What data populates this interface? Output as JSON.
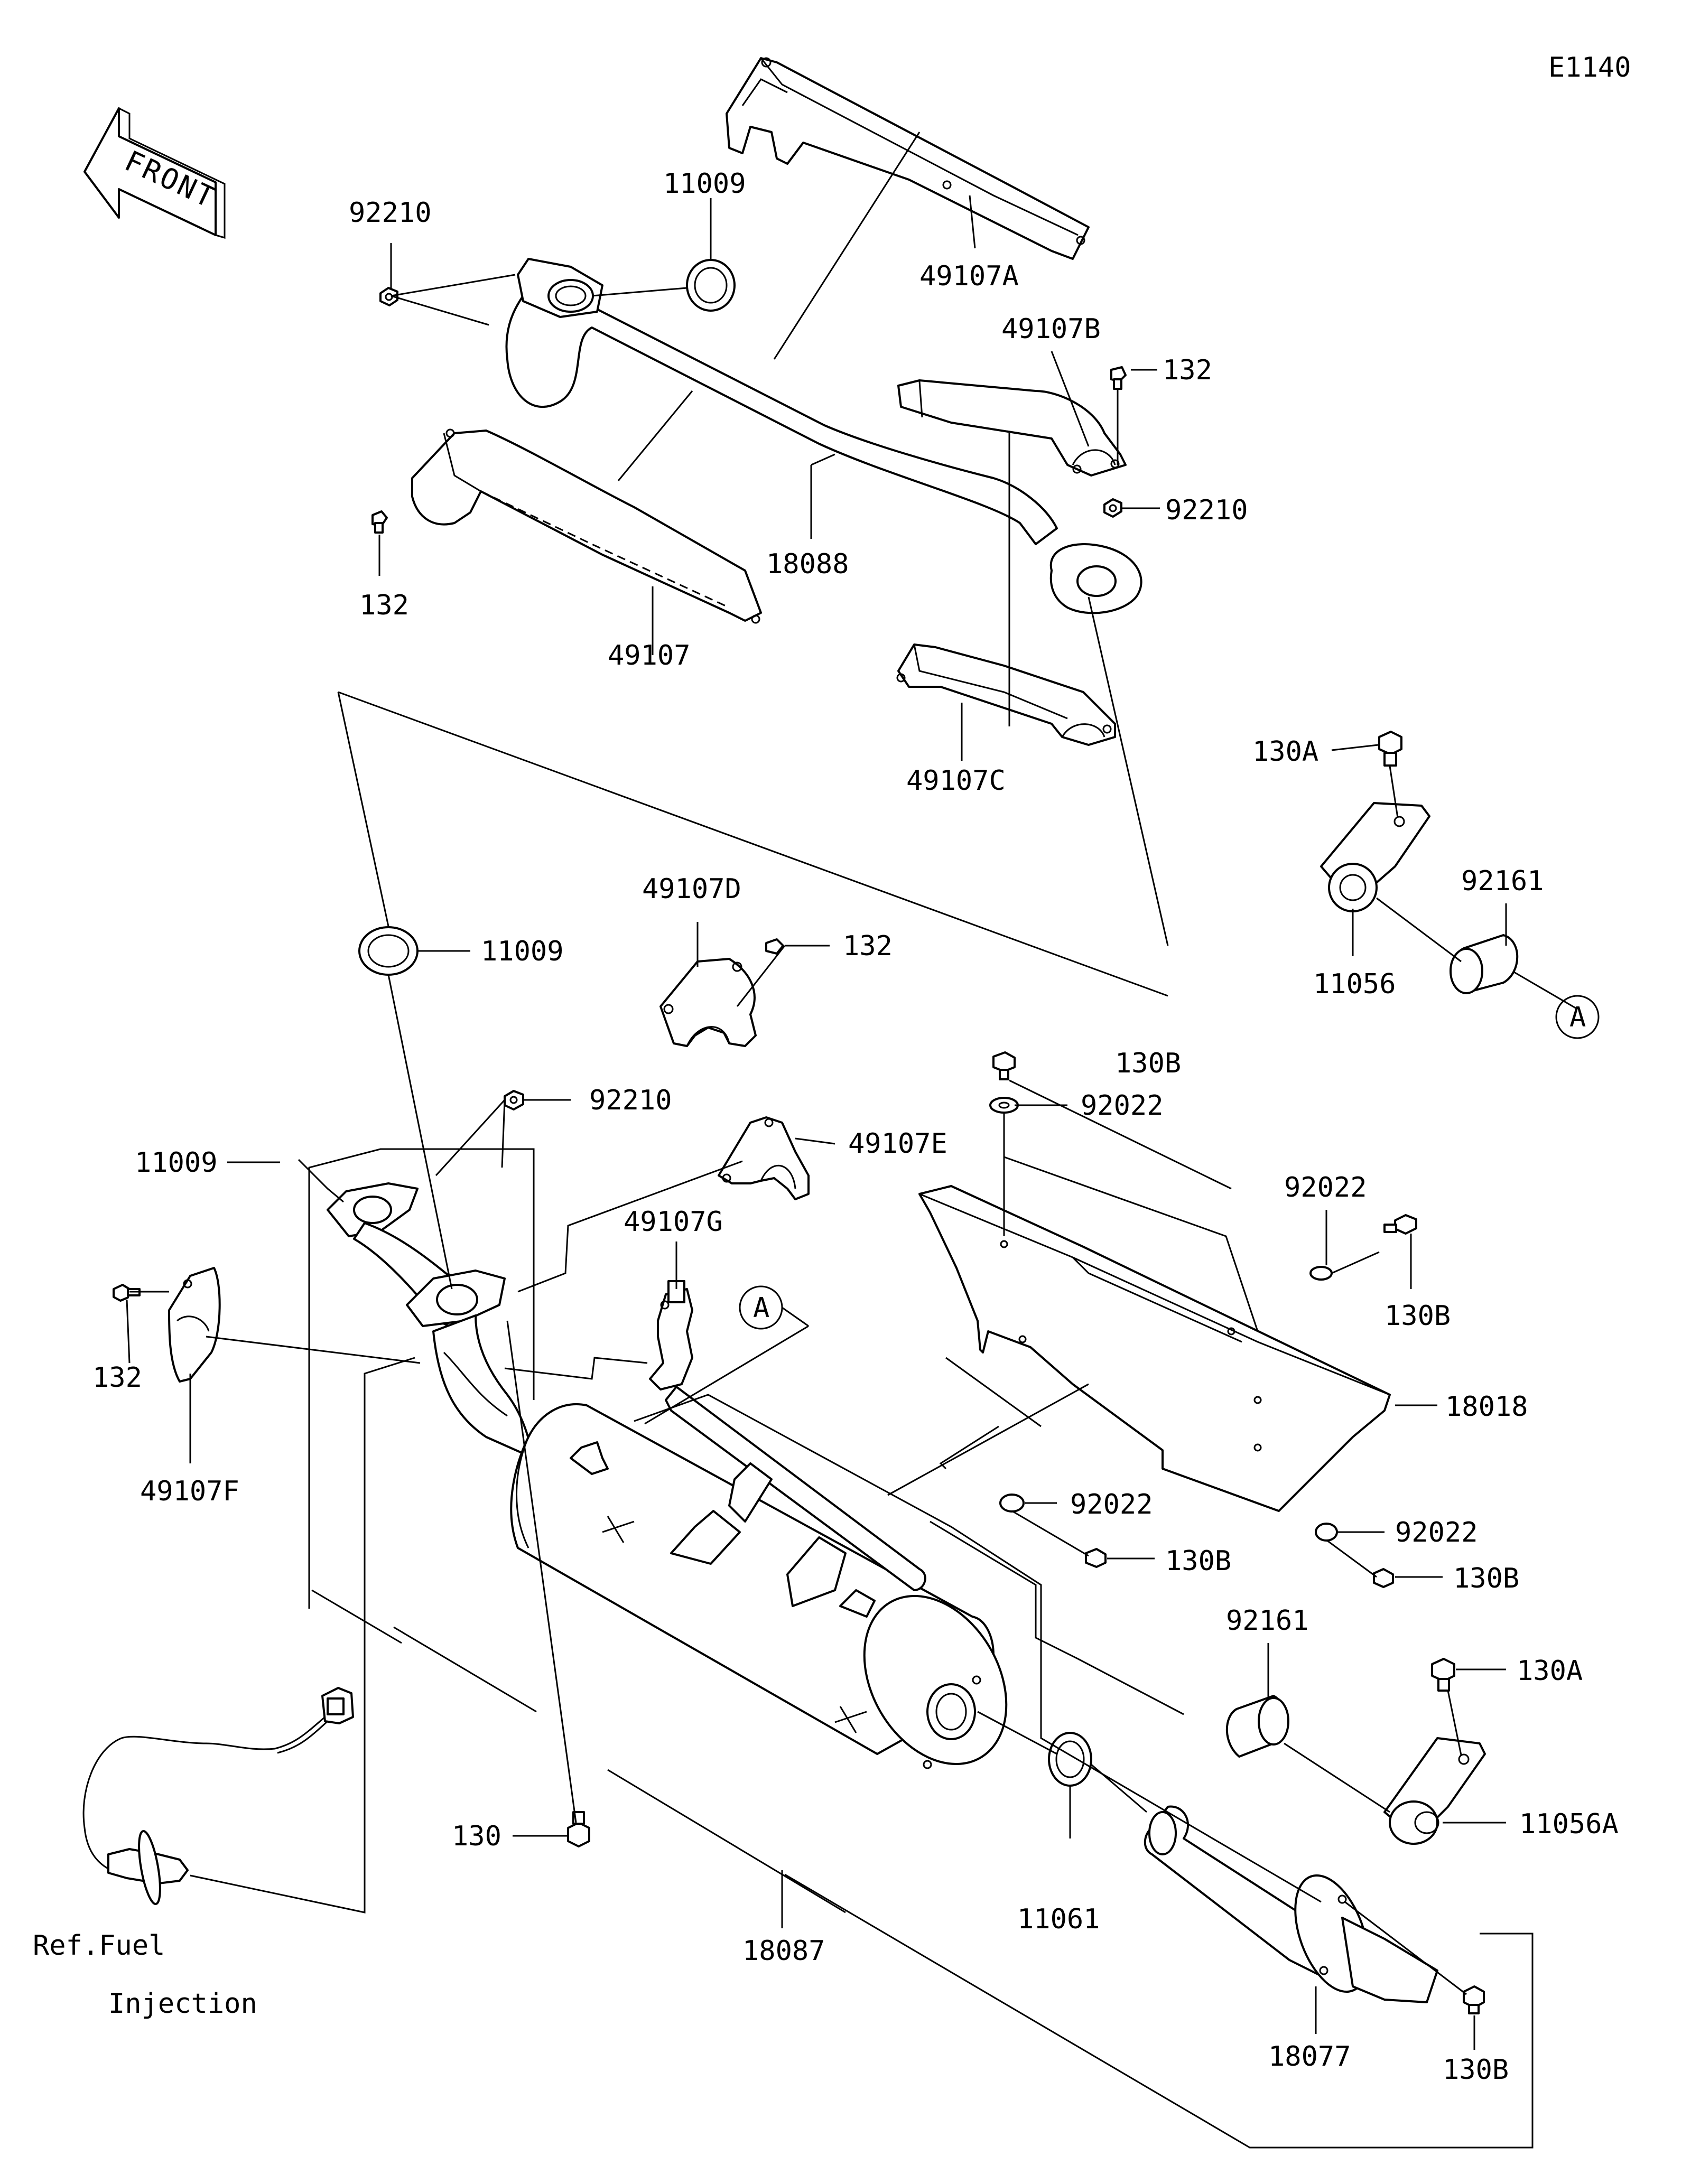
{
  "diagram_code": "E1140",
  "front_arrow_text": "FRONT",
  "callouts": {
    "c92210_top": "92210",
    "c11009_top": "11009",
    "c49107A": "49107A",
    "c49107B": "49107B",
    "c132_b": "132",
    "c92210_mid": "92210",
    "c18088": "18088",
    "c132_left": "132",
    "c49107": "49107",
    "c49107C": "49107C",
    "c130A_top": "130A",
    "c92161_top": "92161",
    "c11056": "11056",
    "ref_A_top": "A",
    "c49107D": "49107D",
    "c132_d": "132",
    "c11009_mid": "11009",
    "c92210_low": "92210",
    "c49107E": "49107E",
    "c130B_a": "130B",
    "c92022_a": "92022",
    "c11009_left": "11009",
    "c49107G": "49107G",
    "ref_A_mid": "A",
    "c92022_b": "92022",
    "c130B_b": "130B",
    "c132_f": "132",
    "c49107F": "49107F",
    "c18018": "18018",
    "c92022_c": "92022",
    "c130B_c": "130B",
    "c92022_d": "92022",
    "c130B_d": "130B",
    "c92161_low": "92161",
    "c130A_low": "130A",
    "c11056A": "11056A",
    "c130": "130",
    "c11061": "11061",
    "c18087": "18087",
    "c18077": "18077",
    "c130B_e": "130B"
  },
  "reference_note": {
    "line1": "Ref.Fuel",
    "line2": "Injection"
  }
}
